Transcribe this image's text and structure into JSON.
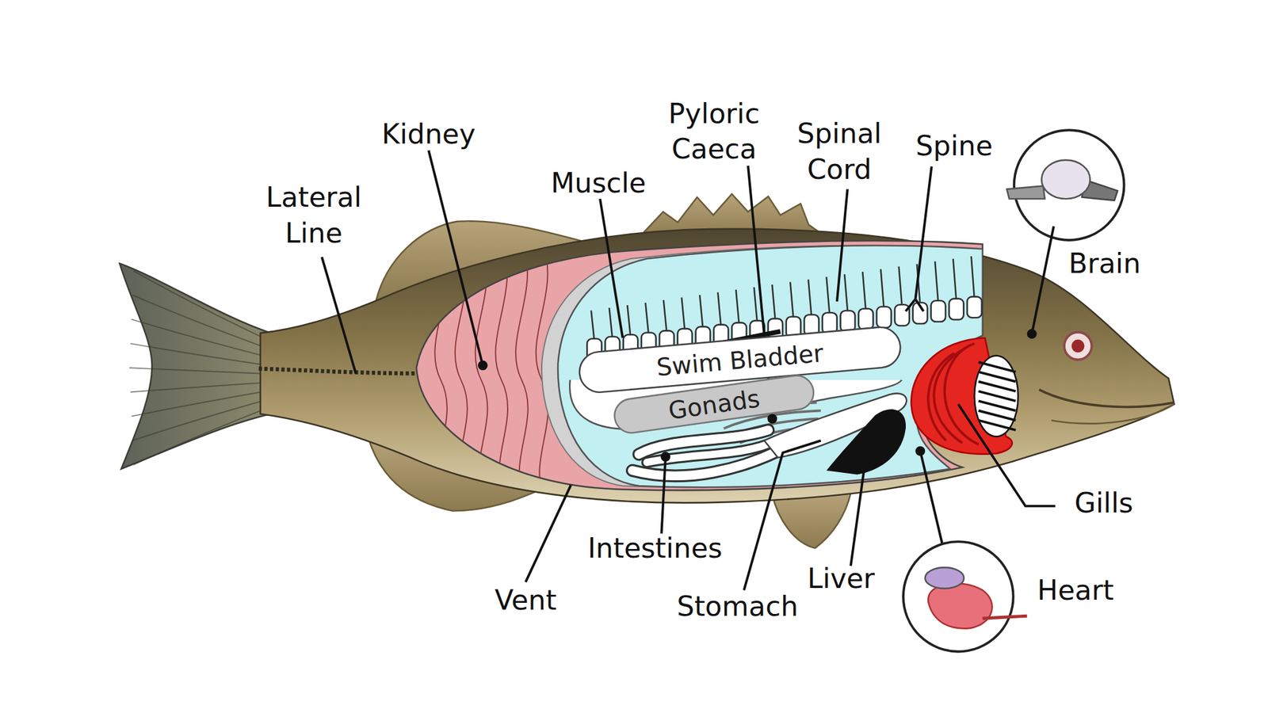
{
  "diagram": {
    "nodes": [
      {
        "text": [
          "Swim Bladder"
        ]
      },
      {
        "text": [
          "Gonads"
        ]
      }
    ],
    "labels": [
      "Kidney",
      "Lateral Line",
      "Muscle",
      "Pyloric Caeca",
      "Spinal Cord",
      "Spine",
      "Brain",
      "Gills",
      "Heart",
      "Liver",
      "Stomach",
      "Intestines",
      "Vent"
    ]
  }
}
